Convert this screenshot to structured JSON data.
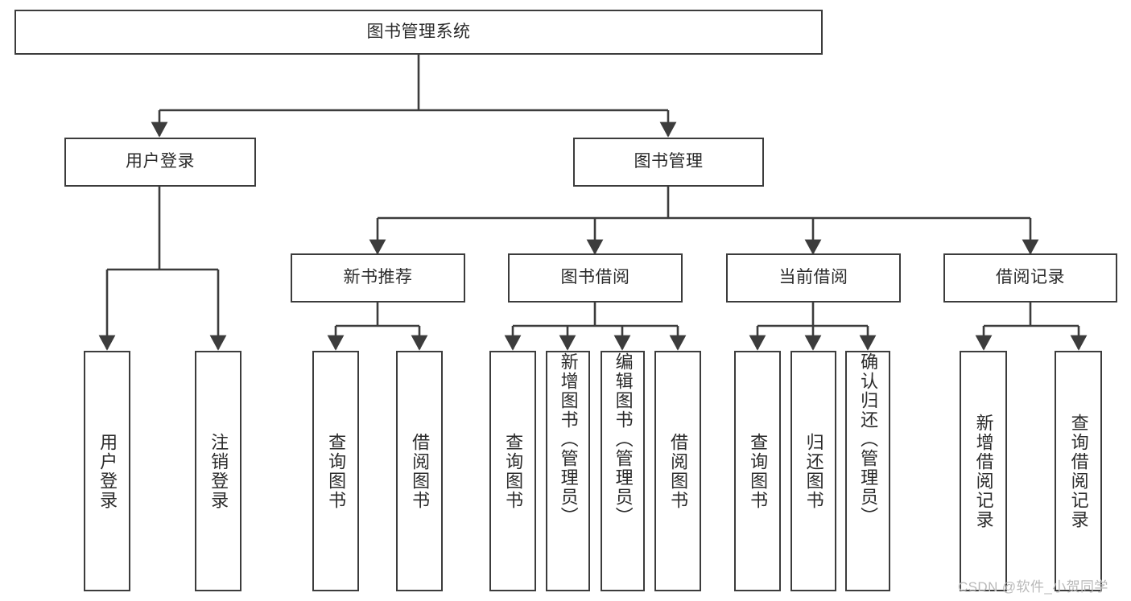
{
  "diagram": {
    "type": "hierarchy-tree",
    "title": "图书管理系统",
    "style": {
      "background": "#ffffff",
      "line_color": "#3c3c3c",
      "box_fill": "#ffffff",
      "text_color": "#2b2b2b"
    },
    "nodes": {
      "root": {
        "label": "图书管理系统",
        "level": 1
      },
      "user_login": {
        "label": "用户登录",
        "level": 2
      },
      "book_manage": {
        "label": "图书管理",
        "level": 2
      },
      "new_book_rec": {
        "label": "新书推荐",
        "level": 3
      },
      "book_borrow": {
        "label": "图书借阅",
        "level": 3
      },
      "current_borrow": {
        "label": "当前借阅",
        "level": 3
      },
      "borrow_record": {
        "label": "借阅记录",
        "level": 3
      },
      "leaf_user_login": {
        "label": "用户登录",
        "level": 4
      },
      "leaf_logout": {
        "label": "注销登录",
        "level": 4
      },
      "leaf_query_book_1": {
        "label": "查询图书",
        "level": 4
      },
      "leaf_borrow_book_1": {
        "label": "借阅图书",
        "level": 4
      },
      "leaf_query_book_2": {
        "label": "查询图书",
        "level": 4
      },
      "leaf_add_book": {
        "label": "新增图书（管理员）",
        "level": 4
      },
      "leaf_edit_book": {
        "label": "编辑图书（管理员）",
        "level": 4
      },
      "leaf_borrow_book_2": {
        "label": "借阅图书",
        "level": 4
      },
      "leaf_query_book_3": {
        "label": "查询图书",
        "level": 4
      },
      "leaf_return_book": {
        "label": "归还图书",
        "level": 4
      },
      "leaf_confirm_return": {
        "label": "确认归还（管理员）",
        "level": 4
      },
      "leaf_add_record": {
        "label": "新增借阅记录",
        "level": 4
      },
      "leaf_query_record": {
        "label": "查询借阅记录",
        "level": 4
      }
    },
    "edges": [
      {
        "from": "root",
        "to": "user_login"
      },
      {
        "from": "root",
        "to": "book_manage"
      },
      {
        "from": "user_login",
        "to": "leaf_user_login"
      },
      {
        "from": "user_login",
        "to": "leaf_logout"
      },
      {
        "from": "book_manage",
        "to": "new_book_rec"
      },
      {
        "from": "book_manage",
        "to": "book_borrow"
      },
      {
        "from": "book_manage",
        "to": "current_borrow"
      },
      {
        "from": "book_manage",
        "to": "borrow_record"
      },
      {
        "from": "new_book_rec",
        "to": "leaf_query_book_1"
      },
      {
        "from": "new_book_rec",
        "to": "leaf_borrow_book_1"
      },
      {
        "from": "book_borrow",
        "to": "leaf_query_book_2"
      },
      {
        "from": "book_borrow",
        "to": "leaf_add_book"
      },
      {
        "from": "book_borrow",
        "to": "leaf_edit_book"
      },
      {
        "from": "book_borrow",
        "to": "leaf_borrow_book_2"
      },
      {
        "from": "current_borrow",
        "to": "leaf_query_book_3"
      },
      {
        "from": "current_borrow",
        "to": "leaf_return_book"
      },
      {
        "from": "current_borrow",
        "to": "leaf_confirm_return"
      },
      {
        "from": "borrow_record",
        "to": "leaf_add_record"
      },
      {
        "from": "borrow_record",
        "to": "leaf_query_record"
      }
    ]
  },
  "watermark": {
    "text": "CSDN @软件_小贺同学"
  }
}
